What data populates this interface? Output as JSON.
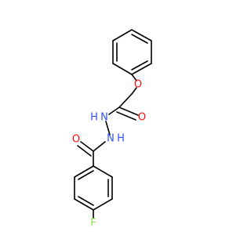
{
  "molecule": {
    "atoms": {
      "O_ether": {
        "label": "O",
        "color": "#ff0d0d"
      },
      "O_carbonyl_top": {
        "label": "O",
        "color": "#ff0d0d"
      },
      "O_carbonyl_bottom": {
        "label": "O",
        "color": "#ff0d0d"
      },
      "N_upper": {
        "label": "N",
        "color": "#3050f8"
      },
      "N_lower": {
        "label": "N",
        "color": "#3050f8"
      },
      "H_upper": {
        "label": "H",
        "color": "#3050f8"
      },
      "H_lower": {
        "label": "H",
        "color": "#3050f8"
      },
      "F": {
        "label": "F",
        "color": "#90e050"
      }
    }
  }
}
